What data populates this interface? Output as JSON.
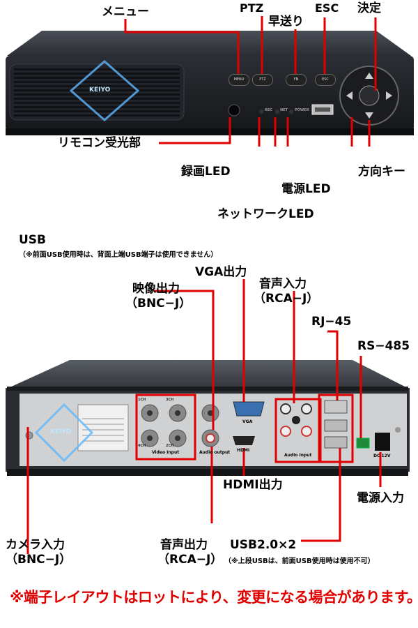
{
  "front": {
    "labels": {
      "menu": "メニュー",
      "ptz": "PTZ",
      "fast_forward": "早送り",
      "esc": "ESC",
      "enter": "決定",
      "ir_receiver": "リモコン受光部",
      "rec_led": "録画LED",
      "power_led": "電源LED",
      "direction_keys": "方向キー",
      "network_led": "ネットワークLED",
      "usb": "USB",
      "usb_note": "（※前面USB使用時は、背面上端USB端子は使用できません）"
    },
    "device": {
      "brand": "KEIYO",
      "buttons": [
        "MENU",
        "PTZ",
        "FN",
        "ESC"
      ],
      "led_labels": [
        "REC",
        "NET",
        "POWER"
      ]
    }
  },
  "rear": {
    "labels": {
      "vga": "VGA出力",
      "video_out": "映像出力",
      "video_out_type": "（BNC−J）",
      "audio_in": "音声入力",
      "audio_in_type": "（RCA−J）",
      "rj45": "RJ−45",
      "rs485": "RS−485",
      "hdmi": "HDMI出力",
      "power_in": "電源入力",
      "camera_in": "カメラ入力",
      "camera_in_type": "（BNC−J）",
      "audio_out": "音声出力",
      "audio_out_type": "（RCA−J）",
      "usb2": "USB2.0×2",
      "usb2_note": "（※上段USBは、前面USB使用時は使用不可）"
    },
    "device": {
      "brand": "KEIYO",
      "video_input": "Video Input",
      "audio_output": "Audio output",
      "audio_input": "Audio Input",
      "vga": "VGA",
      "hdmi": "HDMI",
      "channels": [
        "1CH",
        "3CH",
        "4CH",
        "2CH"
      ],
      "dc": "DC 12V"
    }
  },
  "footer_note": "※端子レイアウトはロットにより、変更になる場合があります。",
  "colors": {
    "callout": "#e00000",
    "note": "#e00000"
  }
}
